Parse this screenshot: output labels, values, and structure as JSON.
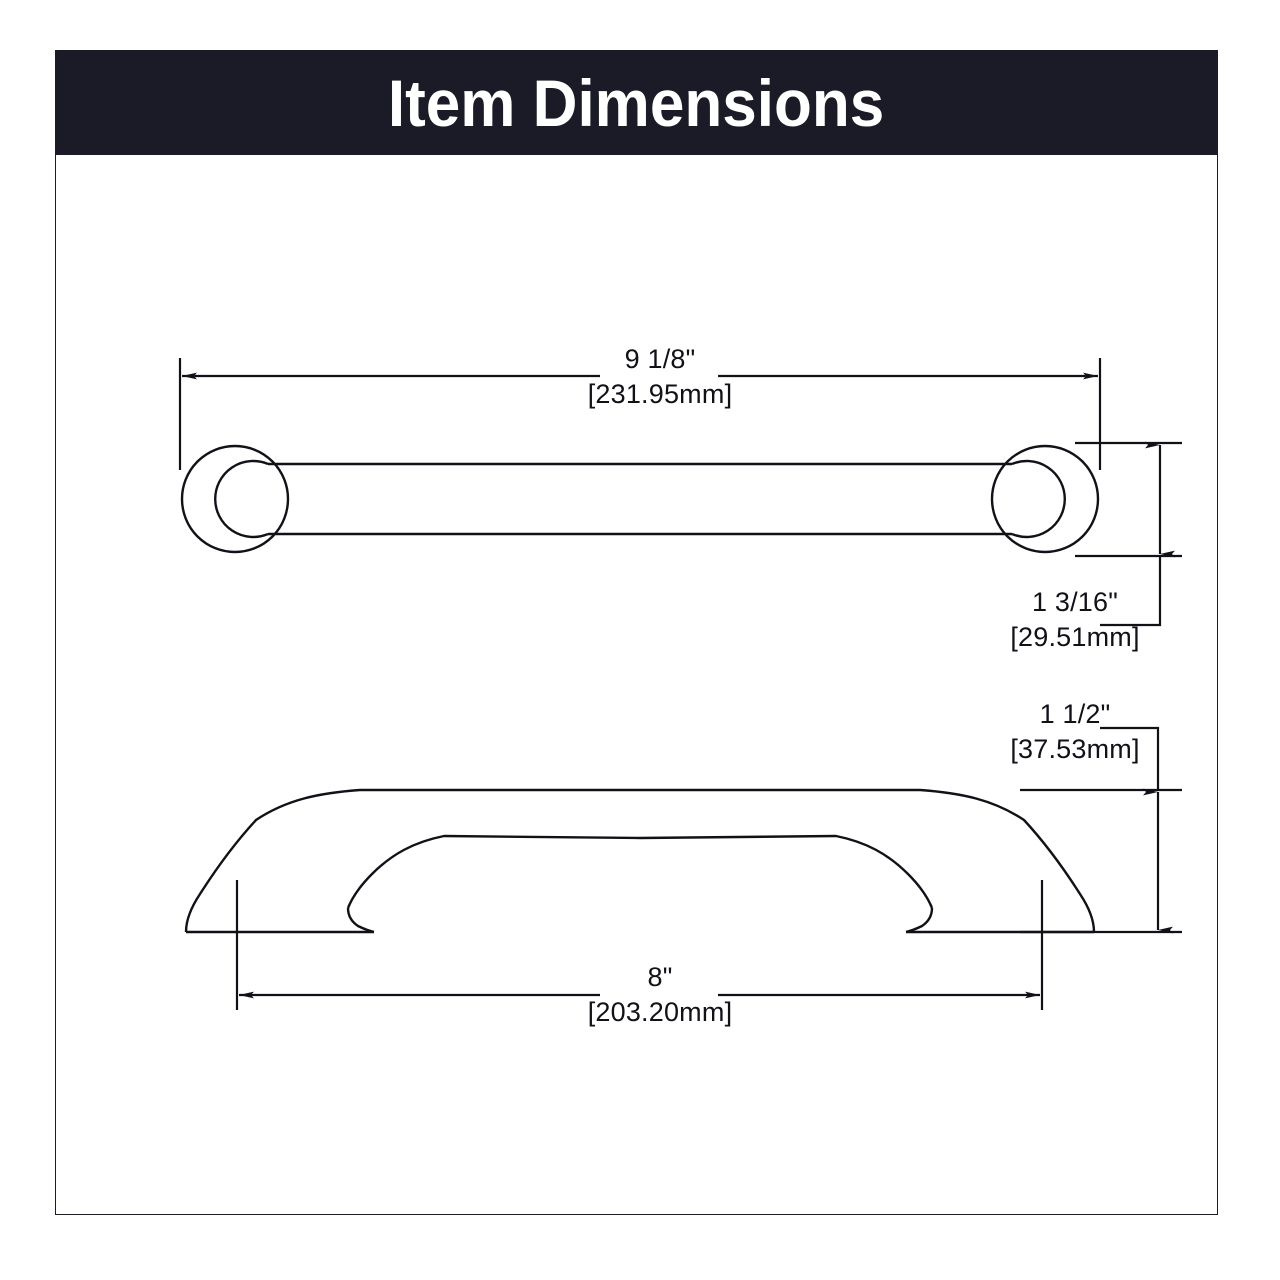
{
  "header": {
    "title": "Item Dimensions",
    "background_color": "#1b1b28",
    "text_color": "#ffffff"
  },
  "drawing": {
    "line_color": "#111118",
    "background_color": "#ffffff",
    "views": [
      {
        "name": "top-view",
        "description": "top view of cabinet pull bar with round mounting posts"
      },
      {
        "name": "side-profile-view",
        "description": "side profile of arched cabinet pull with flared feet"
      }
    ]
  },
  "dimensions": {
    "overall_width": {
      "name": "overall-width",
      "inch": "9 1/8\"",
      "mm": "[231.95mm]"
    },
    "depth": {
      "name": "bar-depth",
      "inch": "1 3/16\"",
      "mm": "[29.51mm]"
    },
    "projection": {
      "name": "projection-height",
      "inch": "1 1/2\"",
      "mm": "[37.53mm]"
    },
    "center_to_center": {
      "name": "center-to-center",
      "inch": "8\"",
      "mm": "[203.20mm]"
    }
  }
}
